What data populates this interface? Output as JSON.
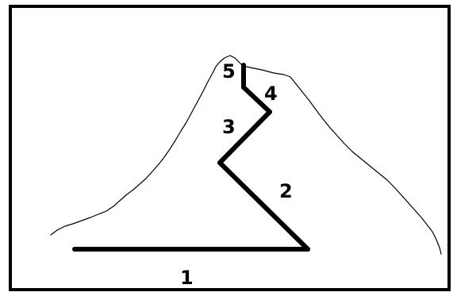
{
  "labels": {
    "seg1": "1",
    "seg2": "2",
    "seg3": "3",
    "seg4": "4",
    "seg5": "5"
  },
  "colors": {
    "stroke": "#000000",
    "background": "#ffffff"
  }
}
